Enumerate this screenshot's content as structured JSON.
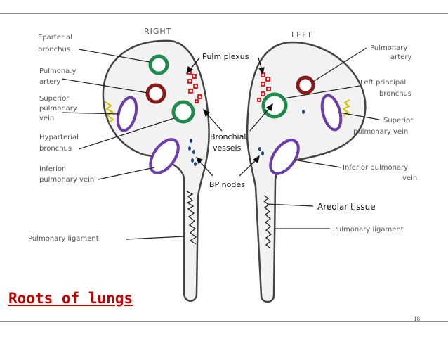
{
  "headings": {
    "right": "RIGHT",
    "left": "LEFT"
  },
  "right_labels": {
    "eparterial": [
      "Eparterial",
      "bronchus"
    ],
    "pulm_artery": [
      "Pulmona.y",
      "artery"
    ],
    "sup_vein": [
      "Superior",
      "pulmonary",
      "vein"
    ],
    "hyparterial": [
      "Hyparterial",
      "bronchus"
    ],
    "inf_vein": [
      "Inferior",
      "pulmonary vein"
    ],
    "ligament": "Pulmonary ligament"
  },
  "left_labels": {
    "pulm_artery": [
      "Pulmonary",
      "artery"
    ],
    "principal": [
      "Left principal",
      "bronchus"
    ],
    "sup_vein": [
      "Superior",
      "pulmonary vein"
    ],
    "inf_vein": [
      "Inferior pulmonary",
      "vein"
    ],
    "ligament": "Pulmonary ligament"
  },
  "center_labels": {
    "plexus": "Pulm plexus",
    "bronchial": [
      "Bronchial",
      "vessels"
    ],
    "bp_nodes": "BP nodes",
    "areolar": "Areolar tissue"
  },
  "title": "Roots of lungs",
  "page_number": "18",
  "colors": {
    "bronchus": "#1f8a4c",
    "artery": "#8b1a1a",
    "vein": "#6a3da8",
    "lymph": "#d4c100",
    "plexus": "#e01010",
    "bp_nodes": "#1a4a7a",
    "title": "#c00000"
  }
}
